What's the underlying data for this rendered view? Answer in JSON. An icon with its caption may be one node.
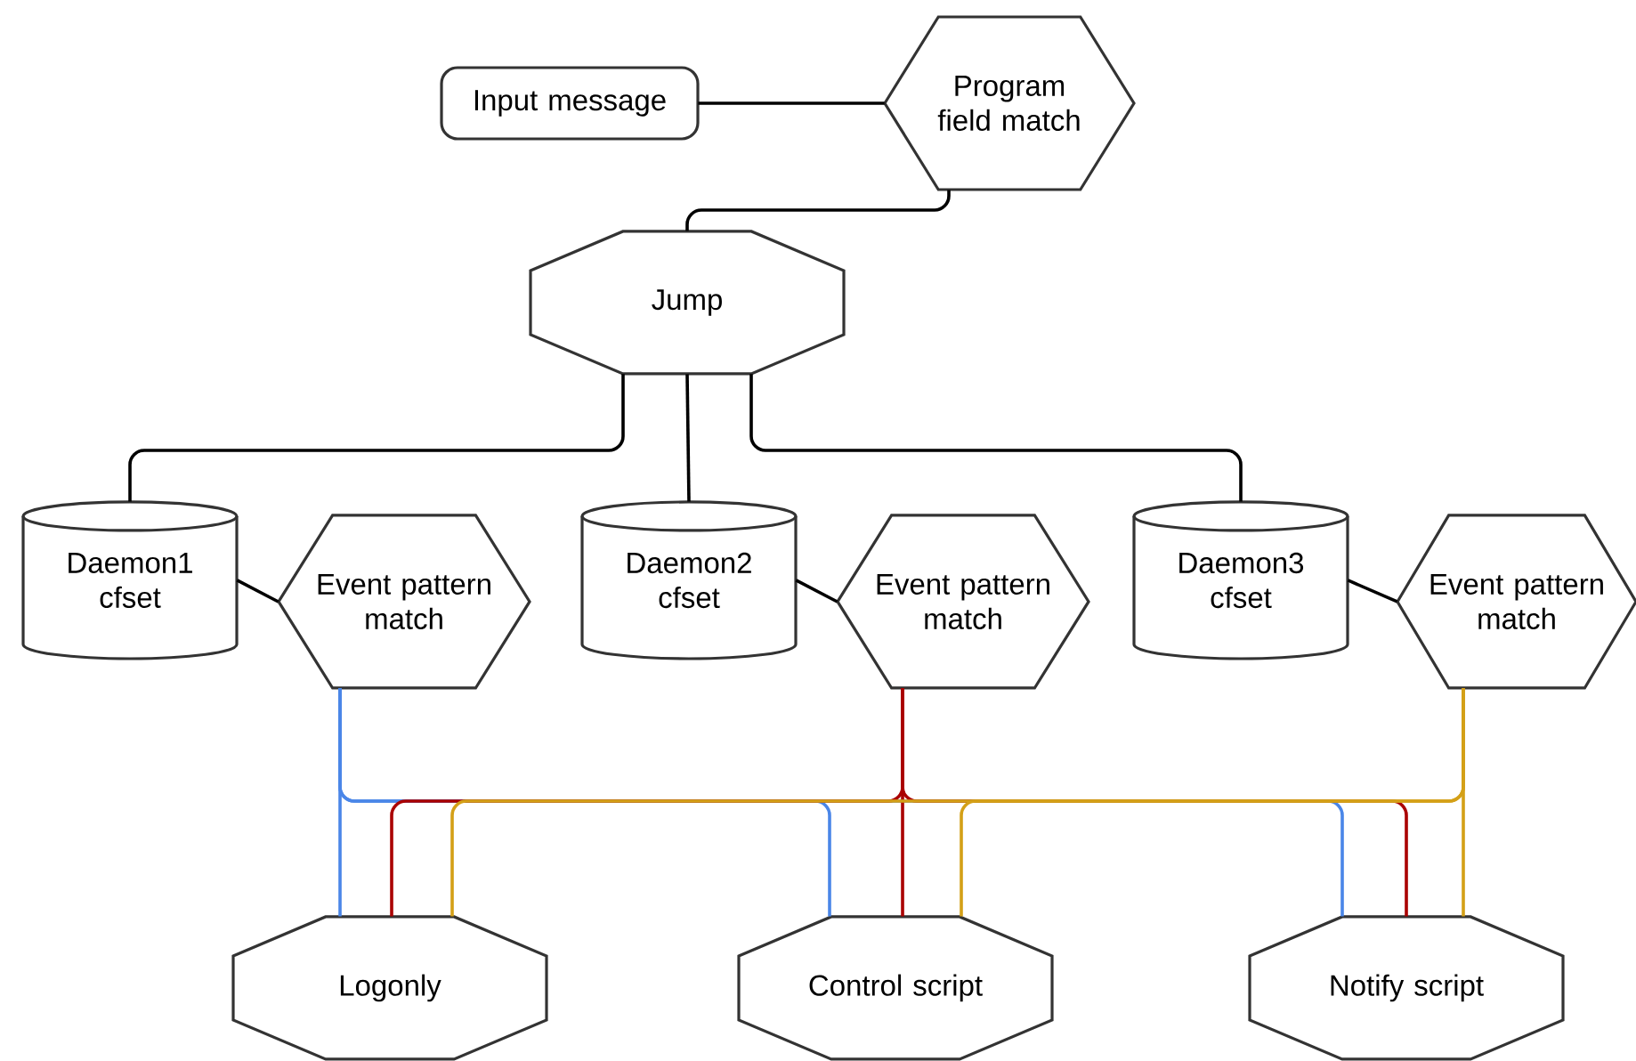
{
  "diagram": {
    "nodes": [
      {
        "text": [
          "Input message"
        ]
      },
      {
        "text": [
          "Program field match"
        ]
      },
      {
        "text": [
          "Jump"
        ]
      },
      {
        "text": [
          "Daemon1 cfset"
        ]
      },
      {
        "text": [
          "Event pattern match"
        ]
      },
      {
        "text": [
          "Daemon2 cfset"
        ]
      },
      {
        "text": [
          "Event pattern match"
        ]
      },
      {
        "text": [
          "Daemon3 cfset"
        ]
      },
      {
        "text": [
          "Event pattern match"
        ]
      },
      {
        "text": [
          "Logonly"
        ]
      },
      {
        "text": [
          "Control script"
        ]
      },
      {
        "text": [
          "Notify script"
        ]
      }
    ],
    "edges": [
      {
        "from": 0,
        "to": 1,
        "arrow": "none"
      },
      {
        "from": 1,
        "to": 2,
        "arrow": "none"
      },
      {
        "from": 2,
        "to": 3,
        "arrow": "none"
      },
      {
        "from": 2,
        "to": 5,
        "arrow": "none"
      },
      {
        "from": 2,
        "to": 7,
        "arrow": "none"
      },
      {
        "from": 3,
        "to": 4,
        "arrow": "none"
      },
      {
        "from": 5,
        "to": 6,
        "arrow": "none"
      },
      {
        "from": 7,
        "to": 8,
        "arrow": "none"
      },
      {
        "from": 4,
        "to": 9,
        "arrow": "none",
        "color": "#4a86e8"
      },
      {
        "from": 4,
        "to": 10,
        "arrow": "none",
        "color": "#4a86e8"
      },
      {
        "from": 4,
        "to": 11,
        "arrow": "none",
        "color": "#4a86e8"
      },
      {
        "from": 6,
        "to": 9,
        "arrow": "none",
        "color": "#aa0000"
      },
      {
        "from": 6,
        "to": 10,
        "arrow": "none",
        "color": "#aa0000"
      },
      {
        "from": 6,
        "to": 11,
        "arrow": "none",
        "color": "#aa0000"
      },
      {
        "from": 8,
        "to": 9,
        "arrow": "none",
        "color": "#d4a017"
      },
      {
        "from": 8,
        "to": 10,
        "arrow": "none",
        "color": "#d4a017"
      },
      {
        "from": 8,
        "to": 11,
        "arrow": "none",
        "color": "#d4a017"
      }
    ]
  }
}
